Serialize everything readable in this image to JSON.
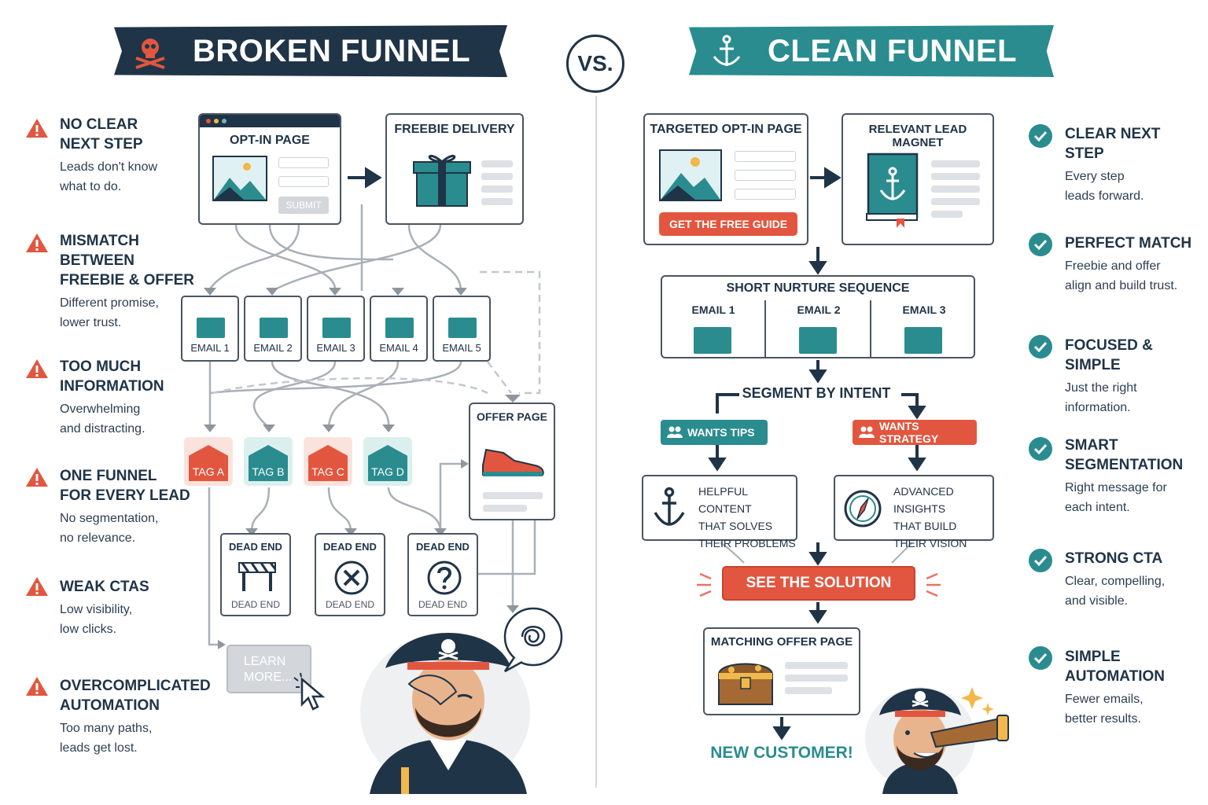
{
  "left": {
    "title": "BROKEN FUNNEL",
    "problems": [
      {
        "title": "NO CLEAR\nNEXT STEP",
        "text": "Leads don't know\nwhat to do."
      },
      {
        "title": "MISMATCH\nBETWEEN\nFREEBIE & OFFER",
        "text": "Different promise,\nlower trust."
      },
      {
        "title": "TOO MUCH\nINFORMATION",
        "text": "Overwhelming\nand distracting."
      },
      {
        "title": "ONE FUNNEL\nFOR EVERY LEAD",
        "text": "No segmentation,\nno relevance."
      },
      {
        "title": "WEAK CTAS",
        "text": "Low visibility,\nlow clicks."
      },
      {
        "title": "OVERCOMPLICATED\nAUTOMATION",
        "text": "Too many paths,\nleads get lost."
      }
    ],
    "optin_title": "OPT-IN PAGE",
    "submit_label": "SUBMIT",
    "freebie_title": "FREEBIE DELIVERY",
    "emails": [
      "EMAIL 1",
      "EMAIL 2",
      "EMAIL 3",
      "EMAIL 4",
      "EMAIL 5"
    ],
    "tags": [
      "TAG A",
      "TAG B",
      "TAG C",
      "TAG D"
    ],
    "offer_title": "OFFER PAGE",
    "dead_ends": [
      {
        "title": "DEAD END",
        "caption": "DEAD END"
      },
      {
        "title": "DEAD END",
        "caption": "DEAD END"
      },
      {
        "title": "DEAD END",
        "caption": "DEAD END"
      }
    ],
    "learn_more": "LEARN\nMORE..."
  },
  "vs": "VS.",
  "right": {
    "title": "CLEAN FUNNEL",
    "benefits": [
      {
        "title": "CLEAR NEXT STEP",
        "text": "Every step\nleads forward."
      },
      {
        "title": "PERFECT MATCH",
        "text": "Freebie and offer\nalign and build trust."
      },
      {
        "title": "FOCUSED & SIMPLE",
        "text": "Just the right\ninformation."
      },
      {
        "title": "SMART\nSEGMENTATION",
        "text": "Right message for\neach intent."
      },
      {
        "title": "STRONG CTA",
        "text": "Clear, compelling,\nand visible."
      },
      {
        "title": "SIMPLE AUTOMATION",
        "text": "Fewer emails,\nbetter results."
      }
    ],
    "optin_title": "TARGETED OPT-IN PAGE",
    "optin_cta": "GET THE FREE GUIDE",
    "magnet_title": "RELEVANT LEAD MAGNET",
    "nurture_title": "SHORT NURTURE SEQUENCE",
    "emails": [
      "EMAIL 1",
      "EMAIL 2",
      "EMAIL 3"
    ],
    "segment_title": "SEGMENT BY INTENT",
    "segments": [
      "WANTS TIPS",
      "WANTS STRATEGY"
    ],
    "content_a": "HELPFUL CONTENT\nTHAT SOLVES\nTHEIR PROBLEMS",
    "content_b": "ADVANCED INSIGHTS\nTHAT BUILD\nTHEIR VISION",
    "solution_cta": "SEE THE SOLUTION",
    "offer_title": "MATCHING OFFER PAGE",
    "result": "NEW CUSTOMER!"
  },
  "colors": {
    "navy": "#203447",
    "teal": "#2a8c8f",
    "red": "#e2563f"
  }
}
